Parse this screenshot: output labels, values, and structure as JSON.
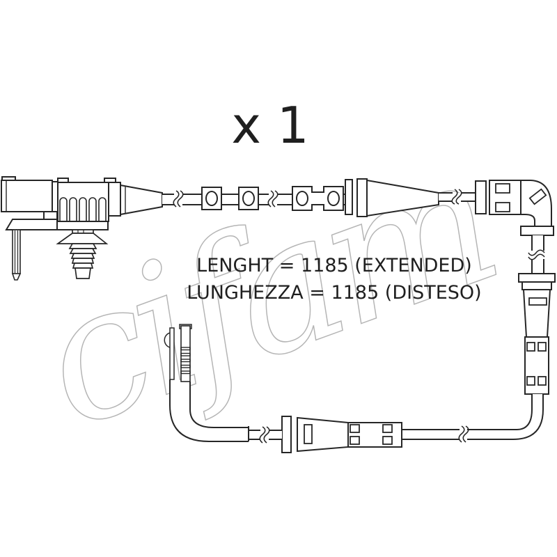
{
  "page": {
    "background": "#ffffff"
  },
  "drawing": {
    "stroke_color": "#262626",
    "watermark": {
      "text": "cifam",
      "color": "#b5b5b5"
    },
    "quantity": {
      "text": "x 1"
    },
    "dimensions": {
      "line1": "LENGHT = 1185 (EXTENDED)",
      "line2": "LUNGHEZZA = 1185 (DISTESO)"
    }
  }
}
